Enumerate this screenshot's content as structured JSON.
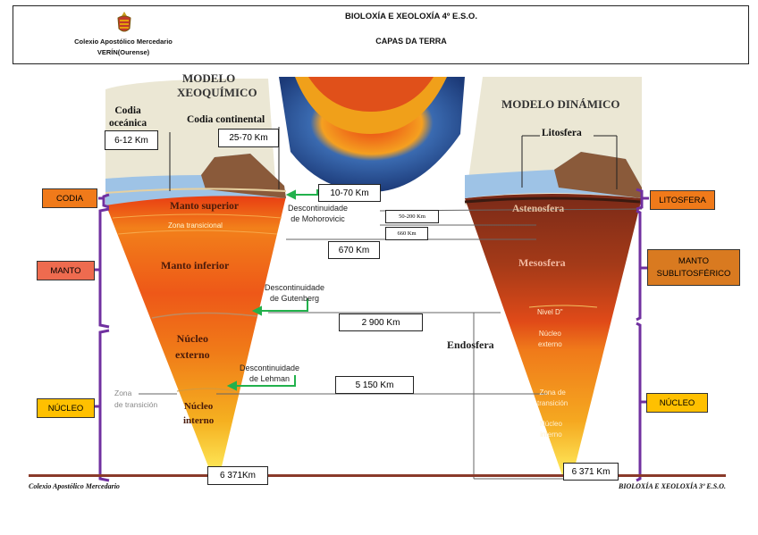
{
  "header": {
    "title": "BIOLOXÍA E XEOLOXÍA  4º E.S.O.",
    "subtitle": "CAPAS DA TERRA",
    "school_line1": "Colexio Apostólico Mercedario",
    "school_line2": "VERÍN(Ourense)"
  },
  "diagram": {
    "left_model_title1": "MODELO",
    "left_model_title2": "XEOQUÍMICO",
    "right_model_title": "MODELO DINÁMICO",
    "oceanic_crust1": "Codia",
    "oceanic_crust2": "oceánica",
    "continental_crust": "Codia continental",
    "lithosphere_label": "Litosfera",
    "upper_mantle": "Manto superior",
    "transition_zone": "Zona transicional",
    "lower_mantle": "Manto inferior",
    "outer_core1": "Núcleo",
    "outer_core2": "externo",
    "inner_core1": "Núcleo",
    "inner_core2": "interno",
    "zona_transicion1": "Zona",
    "zona_transicion2": "de transición",
    "asthenosphere": "Astenosfera",
    "mesosphere": "Mesosfera",
    "nivel_d": "Nivel D\"",
    "r_outer_core1": "Núcleo",
    "r_outer_core2": "externo",
    "r_zona1": "Zona de",
    "r_zona2": "transición",
    "r_inner_core1": "Núcleo",
    "r_inner_core2": "interno",
    "endosphere": "Endosfera",
    "moho1": "Descontinuidade",
    "moho2": "de Mohorovicic",
    "guten1": "Descontinuidade",
    "guten2": "de Gutenberg",
    "lehman1": "Descontinuidade",
    "lehman2": "de Lehman",
    "km_oceanic": "6-12 Km",
    "km_continental": "25-70 Km",
    "km_moho": "10-70 Km",
    "km_50_200": "50-200 Km",
    "km_660": "660  Km",
    "km_670": "670 Km",
    "km_2900": "2 900 Km",
    "km_5150": "5 150 Km",
    "km_6371_left": "6 371Km",
    "km_6371_right": "6 371 Km"
  },
  "labels_left": {
    "codia": "CODIA",
    "manto": "MANTO",
    "nucleo": "NÚCLEO"
  },
  "labels_right": {
    "litosfera": "LITOSFERA",
    "manto_sub1": "MANTO",
    "manto_sub2": "SUBLITOSFÉRICO",
    "nucleo": "NÚCLEO"
  },
  "footer": {
    "left": "Colexio Apostólico Mercedario",
    "right": "BIOLOXÍA E XEOLOXÍA 3º E.S.O."
  },
  "colors": {
    "codia_box": "#f07a1a",
    "manto_box": "#ee6b4f",
    "nucleo_box": "#ffc000",
    "litosfera_box": "#f07a1a",
    "manto_sub_box": "#d97a20",
    "bracket": "#7030a0",
    "arrow": "#22b14c"
  }
}
